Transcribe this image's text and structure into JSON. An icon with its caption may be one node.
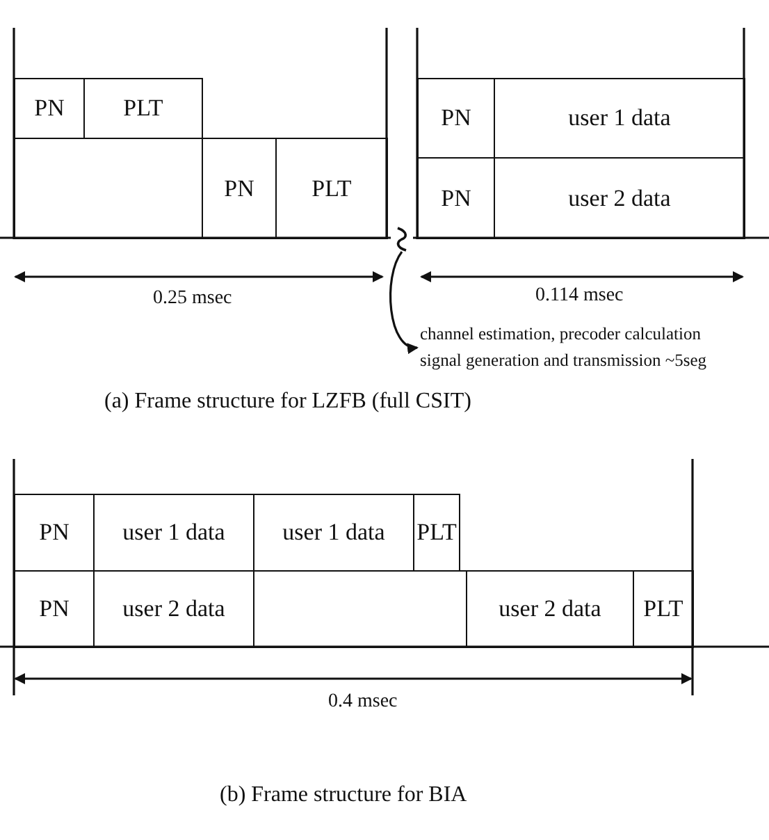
{
  "diagram": {
    "nodes": [
      {
        "text": [
          "PN"
        ]
      },
      {
        "text": [
          "PLT"
        ]
      },
      {
        "text": [],
        "shape": "box"
      },
      {
        "text": [
          "PN"
        ]
      },
      {
        "text": [
          "PLT"
        ]
      },
      {
        "text": [
          "PN"
        ]
      },
      {
        "text": [
          "user 1 data"
        ]
      },
      {
        "text": [
          "PN"
        ]
      },
      {
        "text": [
          "user 2 data"
        ]
      },
      {
        "text": [],
        "shape": "squiggle"
      },
      {
        "text": [
          "channel estimation, precoder calculation signal generation and transmission ~5seg"
        ]
      },
      {
        "text": [
          "PN"
        ]
      },
      {
        "text": [
          "user 1 data"
        ]
      },
      {
        "text": [
          "user 1 data"
        ]
      },
      {
        "text": [
          "PLT"
        ]
      },
      {
        "text": [
          "PN"
        ]
      },
      {
        "text": [
          "user 2 data"
        ]
      },
      {
        "text": [],
        "shape": "box"
      },
      {
        "text": [
          "user 2 data"
        ]
      },
      {
        "text": [
          "PLT"
        ]
      }
    ],
    "edges": [
      {
        "from": 9,
        "to": 10,
        "arrow": "to"
      }
    ],
    "labels": [
      "0.25 msec",
      "0.114 msec",
      "(a) Frame structure for LZFB (full CSIT)",
      "0.4 msec",
      "(b) Frame structure for BIA"
    ]
  }
}
